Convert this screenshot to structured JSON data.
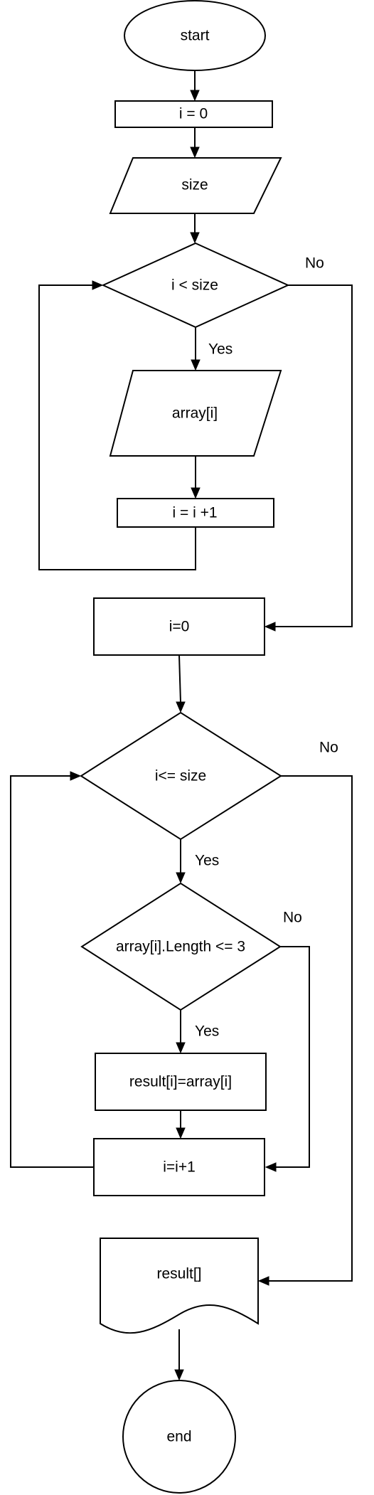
{
  "nodes": {
    "start": "start",
    "init_i": "i = 0",
    "input_size": "size",
    "cond_size": "i < size",
    "input_array": "array[i]",
    "inc_i": "i = i +1",
    "reset_i": "i=0",
    "cond_le": "i<= size",
    "cond_length": "array[i].Length <= 3",
    "assign_result": "result[i]=array[i]",
    "inc_i2": "i=i+1",
    "output_result": "result[]",
    "end": "end"
  },
  "edge_labels": {
    "yes1": "Yes",
    "no1": "No",
    "yes2": "Yes",
    "no2": "No",
    "yes3": "Yes",
    "no3": "No"
  },
  "colors": {
    "stroke": "#000000",
    "fill": "#ffffff"
  }
}
